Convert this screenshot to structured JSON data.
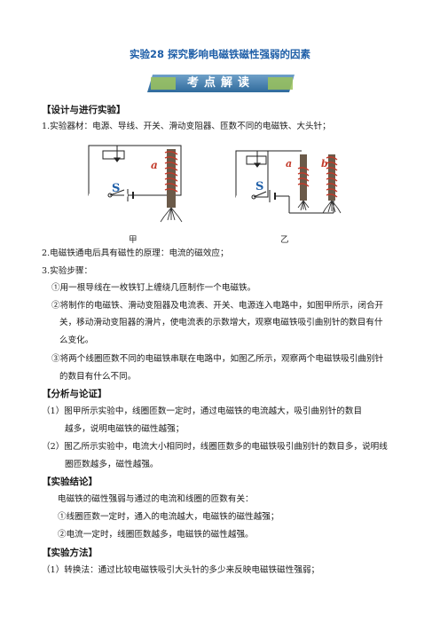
{
  "title": "实验28  探究影响电磁铁磁性强弱的因素",
  "banner": "考点解读",
  "sections": {
    "design": "【设计与进行实验】",
    "analysis": "【分析与论证】",
    "conclusion": "【实验结论】",
    "method": "【实验方法】"
  },
  "design": {
    "item1": "1.实验器材：电源、导线、开关、滑动变阻器、匝数不同的电磁铁、大头针；",
    "item2": "2.电磁铁通电后具有磁性的原理：电流的磁效应；",
    "item3": "3.实验步骤：",
    "step1": "①用一根导线在一枚铁钉上缠绕几匝制作一个电磁铁。",
    "step2_l1": "②将制作的电磁铁、滑动变阻器及电流表、开关、电源连入电路中，如图甲所示，闭合开",
    "step2_l2": "关，移动滑动变阻器的滑片，使电流表的示数增大，观察电磁铁吸引曲别针的数目有什",
    "step2_l3": "么变化。",
    "step3_l1": "③将两个线圈匝数不同的电磁铁串联在电路中，如图乙所示，观察两个电磁铁吸引曲别针",
    "step3_l2": "的数目有什么不同。"
  },
  "figures": {
    "left_caption": "甲",
    "right_caption": "乙",
    "left_switch_label": "S",
    "left_magnet_label": "a",
    "right_switch_label": "S",
    "right_magnet_a_label": "a",
    "right_magnet_b_label": "b"
  },
  "analysis": {
    "p1_l1": "（1）图甲所示实验中，线圈匝数一定时，通过电磁铁的电流越大，吸引曲别针的数目",
    "p1_l2": "越多，说明电磁铁的磁性越强；",
    "p2_l1": "（2）图乙所示实验中，电流大小相同时，线圈匝数多的电磁铁吸引曲别针的数目多，说明线",
    "p2_l2": "圈匝数越多，磁性越强。"
  },
  "conclusion": {
    "intro": "电磁铁的磁性强弱与通过的电流和线圈的匝数有关：",
    "c1": "①线圈匝数一定时，通入的电流越大，电磁铁的磁性越强；",
    "c2": "②电流一定时，线圈匝数越多，电磁铁的磁性越强。"
  },
  "method": {
    "m1": "（1）转换法：通过比较电磁铁吸引大头针的多少来反映电磁铁磁性强弱；"
  }
}
